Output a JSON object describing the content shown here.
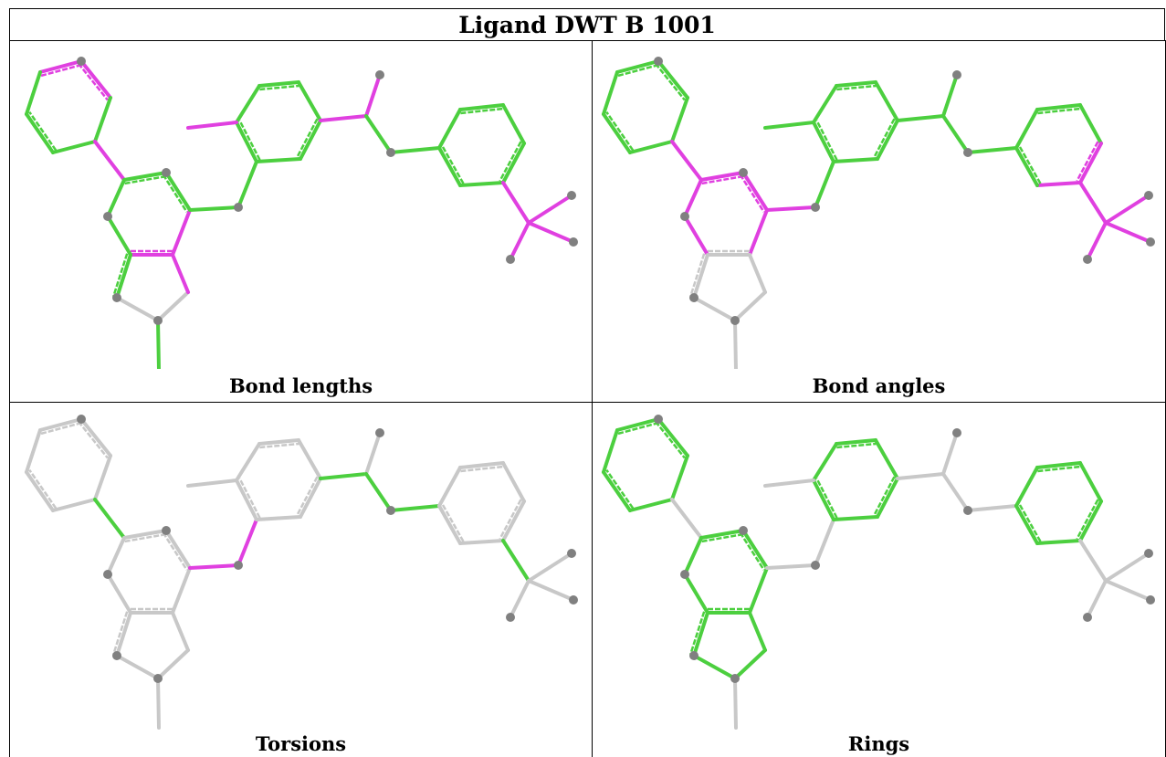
{
  "title": "Ligand DWT B 1001",
  "panels": [
    {
      "caption": "Bond lengths"
    },
    {
      "caption": "Bond angles"
    },
    {
      "caption": "Torsions"
    },
    {
      "caption": "Rings"
    }
  ],
  "colors": {
    "green": "#4ccf3f",
    "magenta": "#e040e0",
    "grey": "#c8c8c8",
    "atom": "#808080",
    "border": "#000000"
  }
}
